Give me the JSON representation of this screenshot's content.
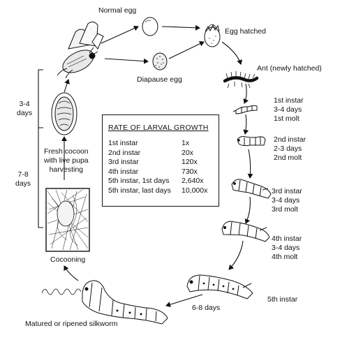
{
  "labels": {
    "normal_egg": "Normal egg",
    "egg_hatched": "Egg hatched",
    "diapause_egg": "Diapause egg",
    "ant": "Ant (newly hatched)",
    "first_instar": [
      "1st instar",
      "3-4 days",
      "1st molt"
    ],
    "second_instar": [
      "2nd instar",
      "2-3 days",
      "2nd molt"
    ],
    "third_instar": [
      "3rd instar",
      "3-4 days",
      "3rd molt"
    ],
    "fourth_instar": [
      "4th instar",
      "3-4 days",
      "4th molt"
    ],
    "fifth_instar": "5th instar",
    "six_eight_days": "6-8 days",
    "matured_silkworm": "Matured or ripened silkworm",
    "cocooning": "Cocooning",
    "fresh_cocoon": [
      "Fresh cocoon",
      "with live pupa",
      "harvesting"
    ],
    "days_3_4": [
      "3-4",
      "days"
    ],
    "days_7_8": [
      "7-8",
      "days"
    ]
  },
  "rate_table": {
    "title": "RATE OF LARVAL GROWTH",
    "rows": [
      {
        "stage": "1st instar",
        "multiplier": "1x"
      },
      {
        "stage": "2nd instar",
        "multiplier": "20x"
      },
      {
        "stage": "3rd instar",
        "multiplier": "120x"
      },
      {
        "stage": "4th instar",
        "multiplier": "730x"
      },
      {
        "stage": "5th instar, 1st days",
        "multiplier": "2,640x"
      },
      {
        "stage": "5th instar, last days",
        "multiplier": "10,000x"
      }
    ]
  }
}
